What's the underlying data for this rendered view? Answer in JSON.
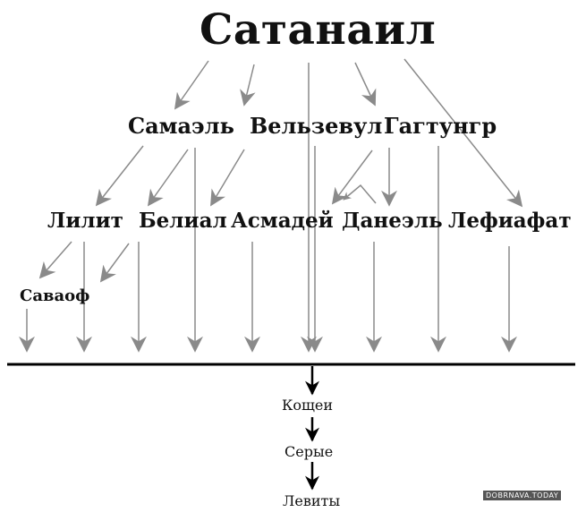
{
  "root": "Сатанаил",
  "level2": [
    "Самаэль",
    "Вельзевул",
    "Гагтунгр"
  ],
  "level3": [
    "Лилит",
    "Белиал",
    "Асмадей",
    "Данеэль",
    "Лефиафат"
  ],
  "level4": [
    "Саваоф"
  ],
  "below_line": [
    "Кощеи",
    "Серые",
    "Левиты"
  ],
  "watermark": "DOBRNAVA.TODAY",
  "colors": {
    "arrow": "#8a8a8a",
    "bottom_arrow": "#000000",
    "line": "#000000"
  }
}
